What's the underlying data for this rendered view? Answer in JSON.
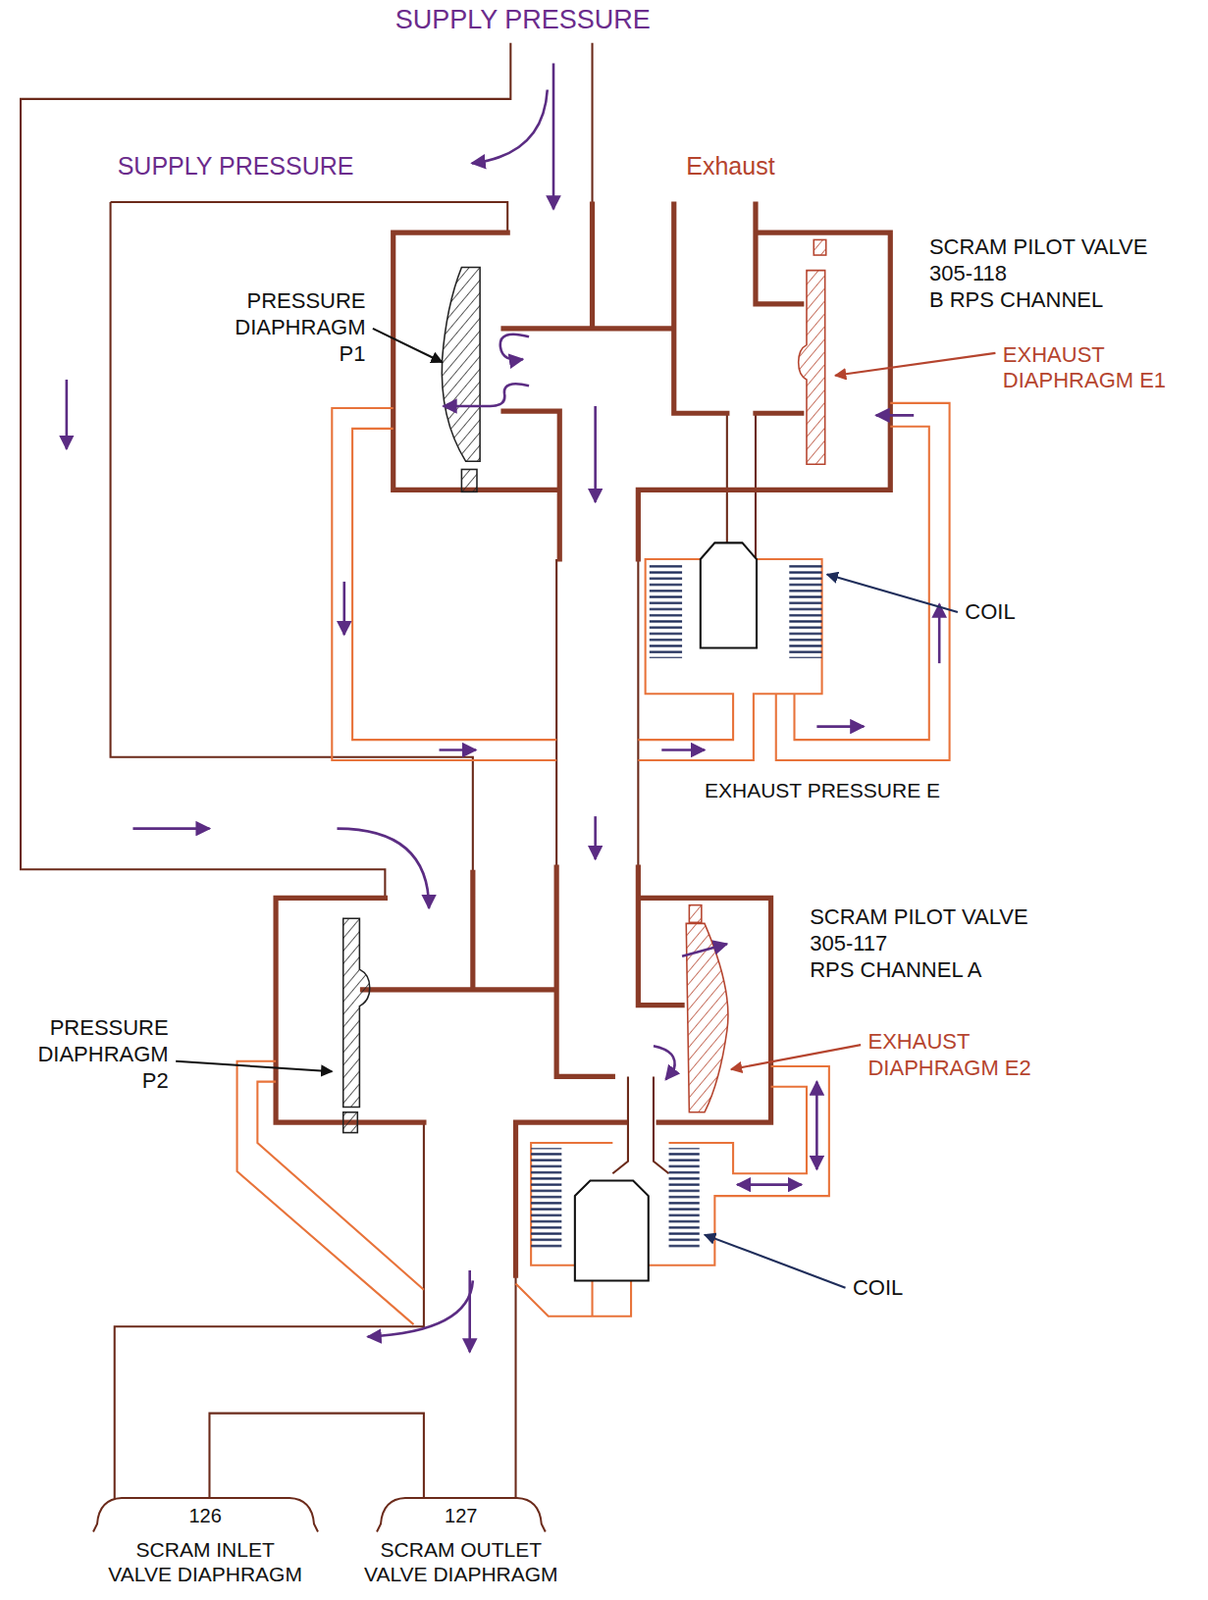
{
  "diagram": {
    "nodes": [
      {
        "text": [
          "126",
          "SCRAM INLET VALVE DIAPHRAGM"
        ]
      },
      {
        "text": [
          "127",
          "SCRAM OUTLET VALVE DIAPHRAGM"
        ]
      }
    ],
    "labels": [
      "SUPPLY PRESSURE",
      "SUPPLY PRESSURE",
      "Exhaust",
      "SCRAM PILOT VALVE 305-118 B RPS CHANNEL",
      "PRESSURE DIAPHRAGM P1",
      "EXHAUST DIAPHRAGM E1",
      "COIL",
      "EXHAUST PRESSURE E",
      "SCRAM PILOT VALVE 305-117 RPS CHANNEL A",
      "PRESSURE DIAPHRAGM P2",
      "EXHAUST DIAPHRAGM E2",
      "COIL"
    ]
  }
}
